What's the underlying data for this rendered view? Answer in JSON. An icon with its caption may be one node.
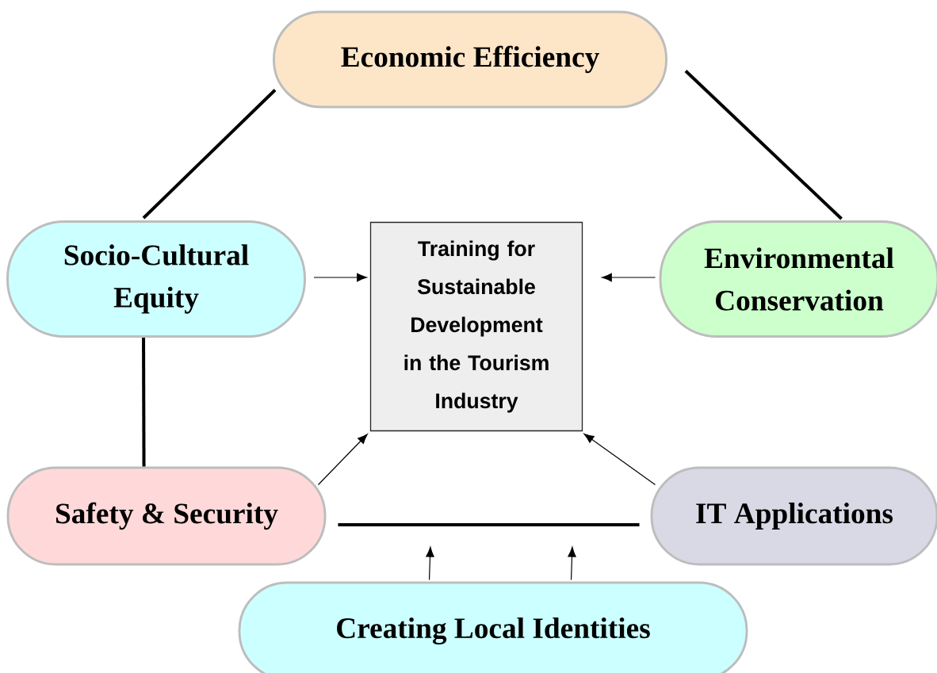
{
  "diagram": {
    "nodes": [
      {
        "text": [
          "Economic Efficiency"
        ]
      },
      {
        "text": [
          "Socio-Cultural Equity"
        ]
      },
      {
        "text": [
          "Training for Sustainable Development in the Tourism Industry"
        ]
      },
      {
        "text": [
          "Environmental Conservation"
        ]
      },
      {
        "text": [
          "Safety & Security"
        ]
      },
      {
        "text": [
          "IT Applications"
        ]
      },
      {
        "text": [
          "Creating Local Identities"
        ]
      }
    ],
    "edges": [
      {
        "from": 0,
        "to": 1,
        "arrow": "none",
        "style": "thick"
      },
      {
        "from": 0,
        "to": 3,
        "arrow": "none",
        "style": "thick"
      },
      {
        "from": 1,
        "to": 4,
        "arrow": "none",
        "style": "thick"
      },
      {
        "from": 1,
        "to": 2,
        "arrow": "to"
      },
      {
        "from": 3,
        "to": 2,
        "arrow": "to"
      },
      {
        "from": 4,
        "to": 2,
        "arrow": "to"
      },
      {
        "from": 5,
        "to": 2,
        "arrow": "to"
      },
      {
        "from": 4,
        "to": 5,
        "arrow": "none",
        "style": "thick"
      },
      {
        "from": 6,
        "to": null,
        "arrow": "to"
      },
      {
        "from": 6,
        "to": null,
        "arrow": "to"
      }
    ]
  }
}
